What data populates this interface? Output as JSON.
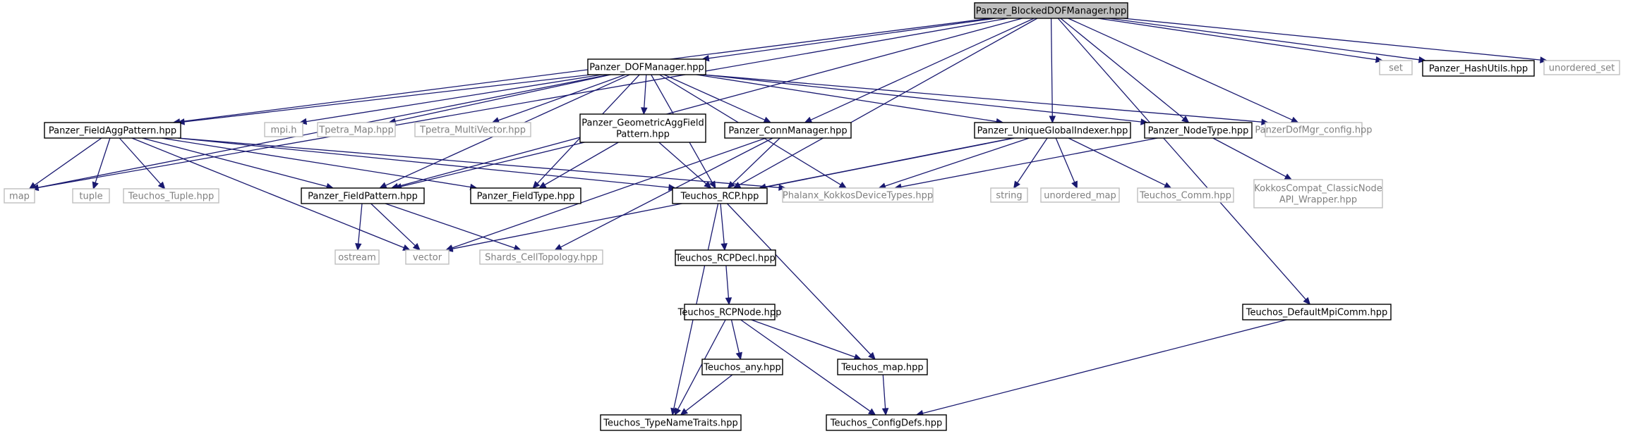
{
  "colors": {
    "edge": "#191970",
    "node_border": "#000000",
    "external_border": "#bfbfbf",
    "external_text": "#7f7f7f",
    "root_fill": "#bfbfbf",
    "node_fill": "#ffffff",
    "text": "#000000"
  },
  "nodes": [
    {
      "id": "blockeddofmgr",
      "lines": [
        "Panzer_BlockedDOFManager.hpp"
      ],
      "kind": "root"
    },
    {
      "id": "dofmgr",
      "lines": [
        "Panzer_DOFManager.hpp"
      ],
      "kind": "local"
    },
    {
      "id": "set",
      "lines": [
        "set"
      ],
      "kind": "external"
    },
    {
      "id": "hashutils",
      "lines": [
        "Panzer_HashUtils.hpp"
      ],
      "kind": "local"
    },
    {
      "id": "unordered_set",
      "lines": [
        "unordered_set"
      ],
      "kind": "external"
    },
    {
      "id": "fieldaggpattern",
      "lines": [
        "Panzer_FieldAggPattern.hpp"
      ],
      "kind": "local"
    },
    {
      "id": "mpi",
      "lines": [
        "mpi.h"
      ],
      "kind": "external"
    },
    {
      "id": "tpetra_map",
      "lines": [
        "Tpetra_Map.hpp"
      ],
      "kind": "external"
    },
    {
      "id": "tpetra_mv",
      "lines": [
        "Tpetra_MultiVector.hpp"
      ],
      "kind": "external"
    },
    {
      "id": "geomagg",
      "lines": [
        "Panzer_GeometricAggField",
        "Pattern.hpp"
      ],
      "kind": "local"
    },
    {
      "id": "connmgr",
      "lines": [
        "Panzer_ConnManager.hpp"
      ],
      "kind": "local"
    },
    {
      "id": "uniqueglobal",
      "lines": [
        "Panzer_UniqueGlobalIndexer.hpp"
      ],
      "kind": "local"
    },
    {
      "id": "nodetype",
      "lines": [
        "Panzer_NodeType.hpp"
      ],
      "kind": "local"
    },
    {
      "id": "dofmgrconfig",
      "lines": [
        "PanzerDofMgr_config.hpp"
      ],
      "kind": "external"
    },
    {
      "id": "map",
      "lines": [
        "map"
      ],
      "kind": "external"
    },
    {
      "id": "tuple",
      "lines": [
        "tuple"
      ],
      "kind": "external"
    },
    {
      "id": "teuchos_tuple",
      "lines": [
        "Teuchos_Tuple.hpp"
      ],
      "kind": "external"
    },
    {
      "id": "fieldpattern",
      "lines": [
        "Panzer_FieldPattern.hpp"
      ],
      "kind": "local"
    },
    {
      "id": "fieldtype",
      "lines": [
        "Panzer_FieldType.hpp"
      ],
      "kind": "local"
    },
    {
      "id": "rcp",
      "lines": [
        "Teuchos_RCP.hpp"
      ],
      "kind": "local"
    },
    {
      "id": "phalanx",
      "lines": [
        "Phalanx_KokkosDeviceTypes.hpp"
      ],
      "kind": "external"
    },
    {
      "id": "string",
      "lines": [
        "string"
      ],
      "kind": "external"
    },
    {
      "id": "unordered_map",
      "lines": [
        "unordered_map"
      ],
      "kind": "external"
    },
    {
      "id": "teuchos_comm",
      "lines": [
        "Teuchos_Comm.hpp"
      ],
      "kind": "external"
    },
    {
      "id": "kokkoscompat",
      "lines": [
        "KokkosCompat_ClassicNode",
        "API_Wrapper.hpp"
      ],
      "kind": "external"
    },
    {
      "id": "ostream",
      "lines": [
        "ostream"
      ],
      "kind": "external"
    },
    {
      "id": "vector",
      "lines": [
        "vector"
      ],
      "kind": "external"
    },
    {
      "id": "shards",
      "lines": [
        "Shards_CellTopology.hpp"
      ],
      "kind": "external"
    },
    {
      "id": "rcpdecl",
      "lines": [
        "Teuchos_RCPDecl.hpp"
      ],
      "kind": "local"
    },
    {
      "id": "rcpnode",
      "lines": [
        "Teuchos_RCPNode.hpp"
      ],
      "kind": "local"
    },
    {
      "id": "defaultmpicomm",
      "lines": [
        "Teuchos_DefaultMpiComm.hpp"
      ],
      "kind": "local"
    },
    {
      "id": "teuchos_any",
      "lines": [
        "Teuchos_any.hpp"
      ],
      "kind": "local"
    },
    {
      "id": "teuchos_mapfile",
      "lines": [
        "Teuchos_map.hpp"
      ],
      "kind": "local"
    },
    {
      "id": "typenametraits",
      "lines": [
        "Teuchos_TypeNameTraits.hpp"
      ],
      "kind": "local"
    },
    {
      "id": "configdefs",
      "lines": [
        "Teuchos_ConfigDefs.hpp"
      ],
      "kind": "local"
    }
  ],
  "edges": [
    [
      "blockeddofmgr",
      "dofmgr"
    ],
    [
      "blockeddofmgr",
      "set"
    ],
    [
      "blockeddofmgr",
      "hashutils"
    ],
    [
      "blockeddofmgr",
      "unordered_set"
    ],
    [
      "blockeddofmgr",
      "map"
    ],
    [
      "blockeddofmgr",
      "fieldaggpattern"
    ],
    [
      "blockeddofmgr",
      "fieldpattern"
    ],
    [
      "blockeddofmgr",
      "connmgr"
    ],
    [
      "blockeddofmgr",
      "rcp"
    ],
    [
      "blockeddofmgr",
      "uniqueglobal"
    ],
    [
      "blockeddofmgr",
      "nodetype"
    ],
    [
      "blockeddofmgr",
      "dofmgrconfig"
    ],
    [
      "blockeddofmgr",
      "defaultmpicomm"
    ],
    [
      "dofmgr",
      "map"
    ],
    [
      "dofmgr",
      "fieldaggpattern"
    ],
    [
      "dofmgr",
      "fieldpattern"
    ],
    [
      "dofmgr",
      "mpi"
    ],
    [
      "dofmgr",
      "tpetra_map"
    ],
    [
      "dofmgr",
      "tpetra_mv"
    ],
    [
      "dofmgr",
      "geomagg"
    ],
    [
      "dofmgr",
      "fieldtype"
    ],
    [
      "dofmgr",
      "connmgr"
    ],
    [
      "dofmgr",
      "rcp"
    ],
    [
      "dofmgr",
      "phalanx"
    ],
    [
      "dofmgr",
      "uniqueglobal"
    ],
    [
      "dofmgr",
      "nodetype"
    ],
    [
      "dofmgr",
      "dofmgrconfig"
    ],
    [
      "fieldaggpattern",
      "map"
    ],
    [
      "fieldaggpattern",
      "tuple"
    ],
    [
      "fieldaggpattern",
      "teuchos_tuple"
    ],
    [
      "fieldaggpattern",
      "fieldpattern"
    ],
    [
      "fieldaggpattern",
      "vector"
    ],
    [
      "fieldaggpattern",
      "fieldtype"
    ],
    [
      "fieldaggpattern",
      "rcp"
    ],
    [
      "fieldaggpattern",
      "phalanx"
    ],
    [
      "geomagg",
      "fieldpattern"
    ],
    [
      "geomagg",
      "fieldtype"
    ],
    [
      "geomagg",
      "rcp"
    ],
    [
      "connmgr",
      "rcp"
    ],
    [
      "connmgr",
      "vector"
    ],
    [
      "connmgr",
      "shards"
    ],
    [
      "uniqueglobal",
      "rcp"
    ],
    [
      "uniqueglobal",
      "phalanx"
    ],
    [
      "uniqueglobal",
      "vector"
    ],
    [
      "uniqueglobal",
      "string"
    ],
    [
      "uniqueglobal",
      "unordered_map"
    ],
    [
      "uniqueglobal",
      "teuchos_comm"
    ],
    [
      "nodetype",
      "phalanx"
    ],
    [
      "nodetype",
      "kokkoscompat"
    ],
    [
      "fieldpattern",
      "ostream"
    ],
    [
      "fieldpattern",
      "vector"
    ],
    [
      "fieldpattern",
      "shards"
    ],
    [
      "rcp",
      "rcpdecl"
    ],
    [
      "rcp",
      "typenametraits"
    ],
    [
      "rcp",
      "teuchos_mapfile"
    ],
    [
      "rcpdecl",
      "rcpnode"
    ],
    [
      "rcpnode",
      "teuchos_any"
    ],
    [
      "rcpnode",
      "teuchos_mapfile"
    ],
    [
      "rcpnode",
      "typenametraits"
    ],
    [
      "rcpnode",
      "configdefs"
    ],
    [
      "teuchos_any",
      "typenametraits"
    ],
    [
      "teuchos_mapfile",
      "configdefs"
    ],
    [
      "defaultmpicomm",
      "configdefs"
    ]
  ]
}
